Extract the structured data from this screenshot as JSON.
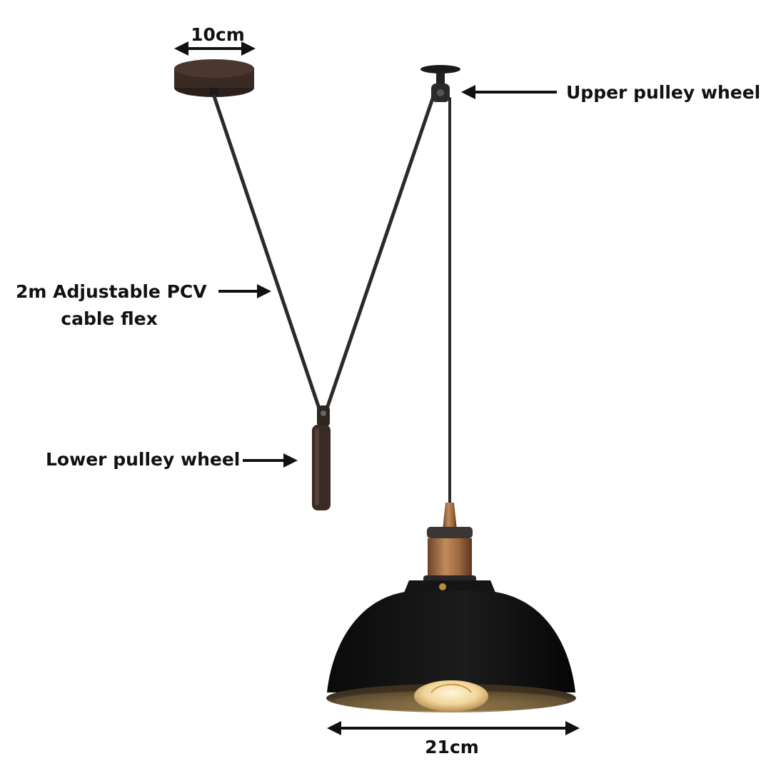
{
  "dimensions": {
    "canopy_width": "10cm",
    "shade_width": "21cm"
  },
  "callouts": {
    "upper_pulley": "Upper pulley wheel",
    "cable_line1": "2m Adjustable PCV",
    "cable_line2": "cable flex",
    "lower_pulley": "Lower pulley wheel"
  },
  "colors": {
    "background": "#ffffff",
    "text": "#111111",
    "cable": "#2a2a2a",
    "canopy": "#3a2a24",
    "shade_outer": "#111111",
    "shade_inner": "#8a7048",
    "copper": "#b57a4a",
    "bulb": "#f2d59a"
  },
  "icons": [
    "double-arrow-icon",
    "right-arrow-icon",
    "left-arrow-icon"
  ]
}
